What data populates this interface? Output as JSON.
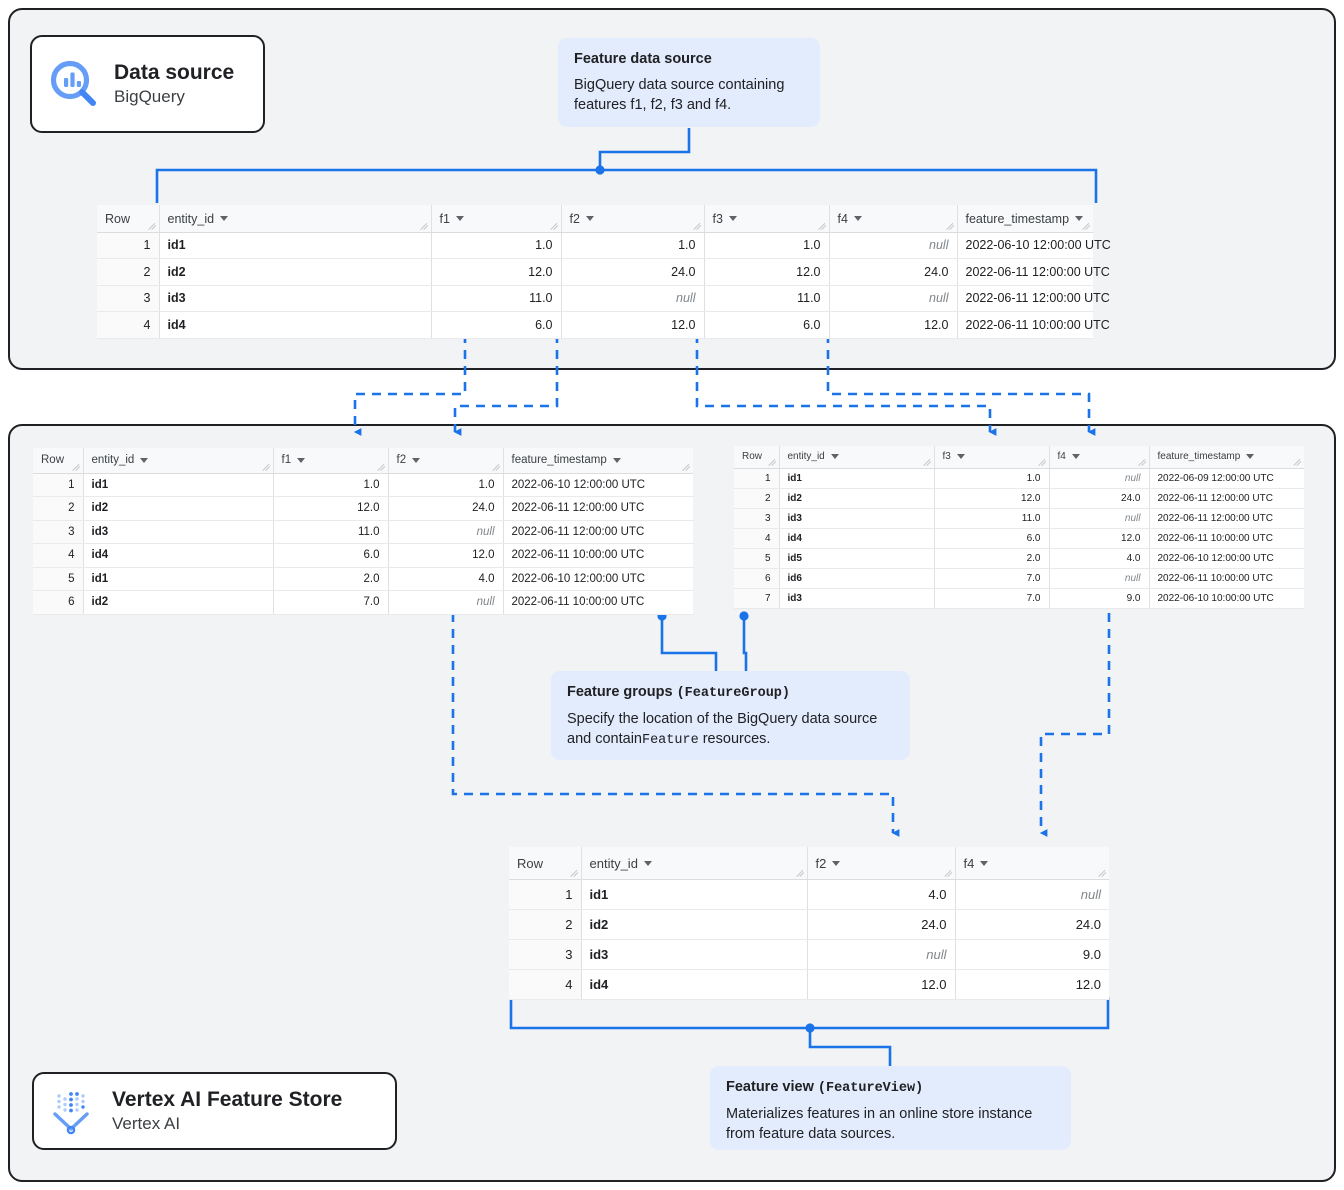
{
  "colors": {
    "panel_bg": "#f1f3f4",
    "panel_border": "#202124",
    "callout_bg": "#e3ecfd",
    "wire_blue": "#1a73e8",
    "table_header_bg": "#f8f9fa",
    "null_text": "#80868b"
  },
  "chips": {
    "bigquery": {
      "icon": "bigquery-search-chart-icon",
      "title": "Data source",
      "subtitle": "BigQuery"
    },
    "vertex": {
      "icon": "vertex-ai-funnel-icon",
      "title": "Vertex AI Feature Store",
      "subtitle": "Vertex AI"
    }
  },
  "callouts": {
    "feature_data_source": {
      "title": "Feature data source",
      "title_code": "",
      "body": "BigQuery data source containing features f1, f2, f3 and f4."
    },
    "feature_groups": {
      "title": "Feature groups",
      "title_code": "(FeatureGroup)",
      "body_pre": "Specify the location of the BigQuery data source and contain",
      "body_code": "Feature",
      "body_post": " resources."
    },
    "feature_view": {
      "title": "Feature view",
      "title_code": "(FeatureView)",
      "body": "Materializes features in an online store instance from feature data sources."
    }
  },
  "tables": {
    "source": {
      "name": "feature-data-source-table",
      "columns": [
        "Row",
        "entity_id",
        "f1",
        "f2",
        "f3",
        "f4",
        "feature_timestamp"
      ],
      "rows": [
        {
          "row": "1",
          "entity_id": "id1",
          "f1": "1.0",
          "f2": "1.0",
          "f3": "1.0",
          "f4": "null",
          "feature_timestamp": "2022-06-10 12:00:00 UTC"
        },
        {
          "row": "2",
          "entity_id": "id2",
          "f1": "12.0",
          "f2": "24.0",
          "f3": "12.0",
          "f4": "24.0",
          "feature_timestamp": "2022-06-11 12:00:00 UTC"
        },
        {
          "row": "3",
          "entity_id": "id3",
          "f1": "11.0",
          "f2": "null",
          "f3": "11.0",
          "f4": "null",
          "feature_timestamp": "2022-06-11 12:00:00 UTC"
        },
        {
          "row": "4",
          "entity_id": "id4",
          "f1": "6.0",
          "f2": "12.0",
          "f3": "6.0",
          "f4": "12.0",
          "feature_timestamp": "2022-06-11 10:00:00 UTC"
        }
      ]
    },
    "feature_group_1": {
      "name": "feature-group-1-table",
      "columns": [
        "Row",
        "entity_id",
        "f1",
        "f2",
        "feature_timestamp"
      ],
      "rows": [
        {
          "row": "1",
          "entity_id": "id1",
          "f1": "1.0",
          "f2": "1.0",
          "feature_timestamp": "2022-06-10 12:00:00 UTC"
        },
        {
          "row": "2",
          "entity_id": "id2",
          "f1": "12.0",
          "f2": "24.0",
          "feature_timestamp": "2022-06-11 12:00:00 UTC"
        },
        {
          "row": "3",
          "entity_id": "id3",
          "f1": "11.0",
          "f2": "null",
          "feature_timestamp": "2022-06-11 12:00:00 UTC"
        },
        {
          "row": "4",
          "entity_id": "id4",
          "f1": "6.0",
          "f2": "12.0",
          "feature_timestamp": "2022-06-11 10:00:00 UTC"
        },
        {
          "row": "5",
          "entity_id": "id1",
          "f1": "2.0",
          "f2": "4.0",
          "feature_timestamp": "2022-06-10 12:00:00 UTC"
        },
        {
          "row": "6",
          "entity_id": "id2",
          "f1": "7.0",
          "f2": "null",
          "feature_timestamp": "2022-06-11 10:00:00 UTC"
        }
      ]
    },
    "feature_group_2": {
      "name": "feature-group-2-table",
      "columns": [
        "Row",
        "entity_id",
        "f3",
        "f4",
        "feature_timestamp"
      ],
      "rows": [
        {
          "row": "1",
          "entity_id": "id1",
          "f3": "1.0",
          "f4": "null",
          "feature_timestamp": "2022-06-09 12:00:00 UTC"
        },
        {
          "row": "2",
          "entity_id": "id2",
          "f3": "12.0",
          "f4": "24.0",
          "feature_timestamp": "2022-06-11 12:00:00 UTC"
        },
        {
          "row": "3",
          "entity_id": "id3",
          "f3": "11.0",
          "f4": "null",
          "feature_timestamp": "2022-06-11 12:00:00 UTC"
        },
        {
          "row": "4",
          "entity_id": "id4",
          "f3": "6.0",
          "f4": "12.0",
          "feature_timestamp": "2022-06-11 10:00:00 UTC"
        },
        {
          "row": "5",
          "entity_id": "id5",
          "f3": "2.0",
          "f4": "4.0",
          "feature_timestamp": "2022-06-10 12:00:00 UTC"
        },
        {
          "row": "6",
          "entity_id": "id6",
          "f3": "7.0",
          "f4": "null",
          "feature_timestamp": "2022-06-11 10:00:00 UTC"
        },
        {
          "row": "7",
          "entity_id": "id3",
          "f3": "7.0",
          "f4": "9.0",
          "feature_timestamp": "2022-06-10 10:00:00 UTC"
        }
      ]
    },
    "feature_view": {
      "name": "feature-view-table",
      "columns": [
        "Row",
        "entity_id",
        "f2",
        "f4"
      ],
      "rows": [
        {
          "row": "1",
          "entity_id": "id1",
          "f2": "4.0",
          "f4": "null"
        },
        {
          "row": "2",
          "entity_id": "id2",
          "f2": "24.0",
          "f4": "24.0"
        },
        {
          "row": "3",
          "entity_id": "id3",
          "f2": "null",
          "f4": "9.0"
        },
        {
          "row": "4",
          "entity_id": "id4",
          "f2": "12.0",
          "f4": "12.0"
        }
      ]
    }
  }
}
